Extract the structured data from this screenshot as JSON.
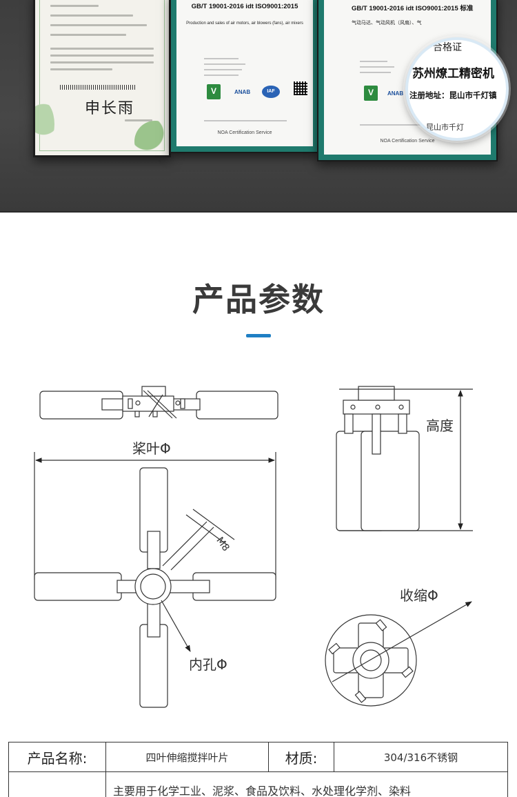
{
  "banner": {
    "cert_left": {
      "signature": "申长雨"
    },
    "cert_mid": {
      "standard": "GB/T 19001-2016 idt ISO9001:2015",
      "scope": "Production and sales of air motors, air blowers (fans), air mixers",
      "footer": "NOA Certification Service"
    },
    "cert_right": {
      "standard": "GB/T 19001-2016 idt ISO9001:2015 标准",
      "scope": "气动马达、气动风机（风扇）、气",
      "footer": "NOA Certification Service"
    },
    "magnifier": {
      "company": "苏州燎工精密机",
      "address": "注册地址：昆山市千灯镇",
      "top_text": "合格证",
      "bottom_text": "昆山市千灯"
    }
  },
  "section": {
    "title": "产品参数"
  },
  "diagram": {
    "labels": {
      "blade_diameter": "桨叶Φ",
      "height": "高度",
      "bolt": "M8",
      "inner_hole": "内孔Φ",
      "retracted": "收缩Φ"
    }
  },
  "spec_table": {
    "name_label": "产品名称:",
    "name_value": "四叶伸缩搅拌叶片",
    "material_label": "材质:",
    "material_value": "304/316不锈钢",
    "usage_text": "主要用于化学工业、泥浆、食品及饮料、水处理化学剂、染料"
  },
  "colors": {
    "banner_bg": "#424242",
    "accent_blue": "#1f7fc4",
    "cert_green": "#1f7a6d"
  }
}
